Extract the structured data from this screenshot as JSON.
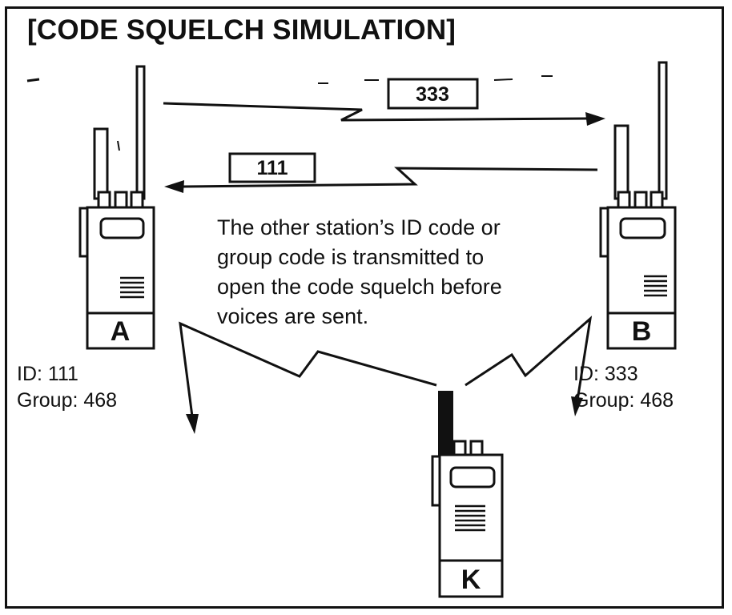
{
  "title": "[CODE SQUELCH SIMULATION]",
  "messages": {
    "a_to_b": "333",
    "b_to_a": "111"
  },
  "caption_lines": [
    "The other station’s ID code or",
    "group code is transmitted to",
    "open the code squelch before",
    "voices are sent."
  ],
  "stations": [
    {
      "letter": "A",
      "id_line": "ID: 111",
      "group_line": "Group: 468"
    },
    {
      "letter": "B",
      "id_line": "ID: 333",
      "group_line": "Group: 468"
    },
    {
      "letter": "K"
    }
  ],
  "colors": {
    "ink": "#111111",
    "paper": "#ffffff"
  }
}
